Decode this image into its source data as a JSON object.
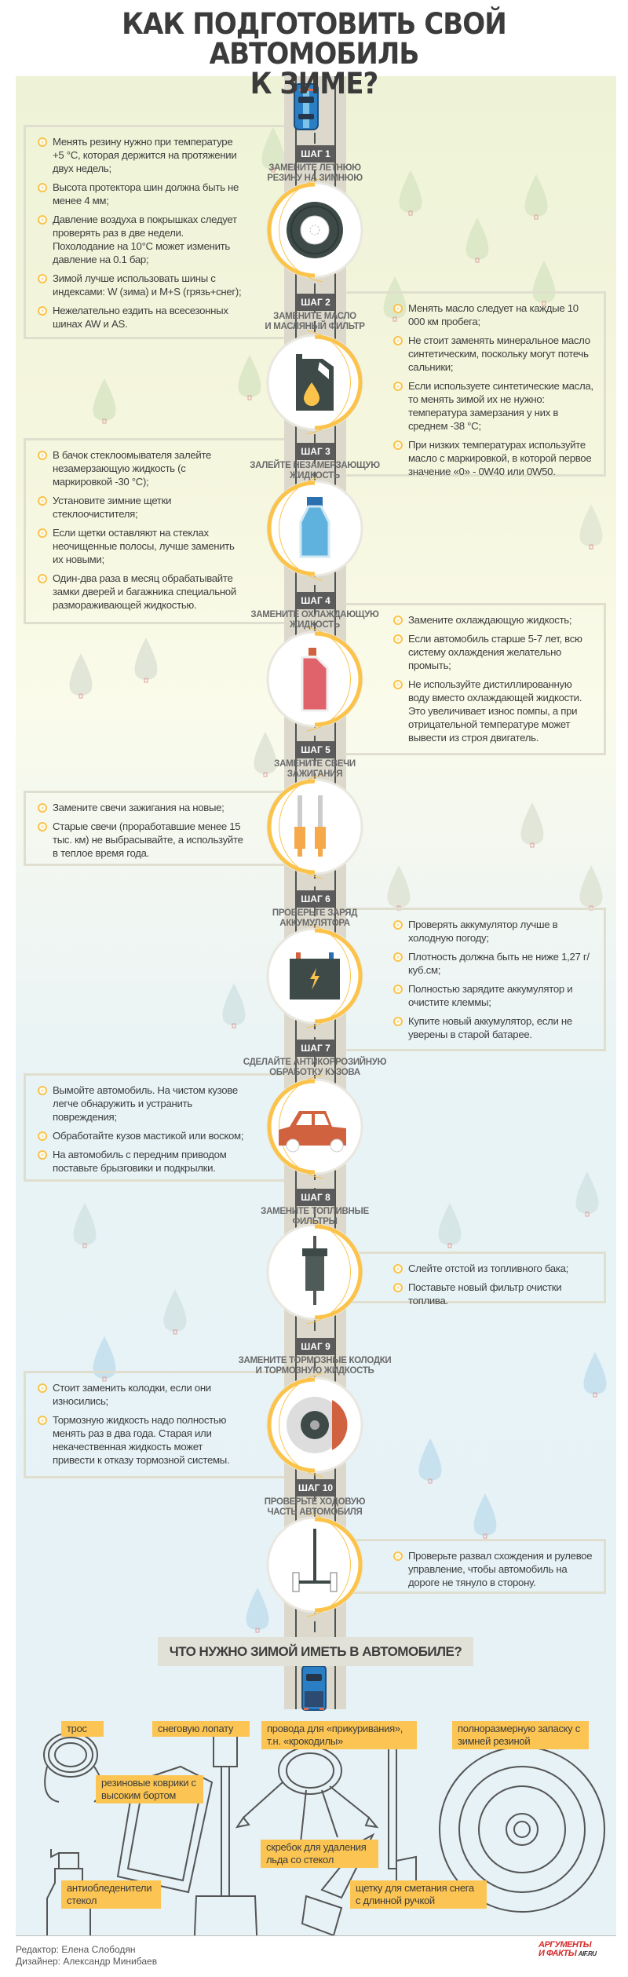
{
  "header": {
    "title_line1": "КАК ПОДГОТОВИТЬ СВОЙ АВТОМОБИЛЬ",
    "title_line2": "К ЗИМЕ?"
  },
  "colors": {
    "accent": "#fbc34a",
    "road": "#dcd9cc",
    "label_bg": "#5b5b5b"
  },
  "steps": [
    {
      "label": "ШАГ 1",
      "title1": "ЗАМЕНИТЕ ЛЕТНЮЮ",
      "title2": "РЕЗИНУ НА ЗИМНЮЮ",
      "icon": "tire-icon",
      "bullets": [
        "Менять резину нужно при температуре +5 °C, которая держится на протяжении двух недель;",
        "Высота протектора шин должна быть не менее 4 мм;",
        "Давление воздуха в покрышках следует проверять раз в две недели. Похолодание на 10°C может изменить давление на 0.1 бар;",
        "Зимой лучше использовать шины с индексами: W (зима) и M+S (грязь+снег);",
        "Нежелательно ездить на всесезонных шинах AW и AS."
      ]
    },
    {
      "label": "ШАГ 2",
      "title1": "ЗАМЕНИТЕ МАСЛО",
      "title2": "И МАСЛЯНЫЙ ФИЛЬТР",
      "icon": "oil-canister-icon",
      "bullets": [
        "Менять масло следует на каждые 10 000 км пробега;",
        "Не стоит заменять минеральное масло синтетическим, поскольку могут потечь сальники;",
        "Если используете синтетические масла, то менять зимой их не нужно: температура замерзания у них в среднем -38 °C;",
        "При низких температурах используйте масло с маркировкой, в которой первое значение «0» - 0W40 или 0W50."
      ]
    },
    {
      "label": "ШАГ 3",
      "title1": "ЗАЛЕЙТЕ НЕЗАМЕРЗАЮЩУЮ",
      "title2": "ЖИДКОСТЬ",
      "icon": "washer-fluid-bottle-icon",
      "bullets": [
        "В бачок стеклоомывателя залейте незамерзающую жидкость (с маркировкой -30 °C);",
        "Установите зимние щетки стеклоочистителя;",
        "Если щетки оставляют на стеклах неочищенные полосы, лучше заменить их новыми;",
        "Один-два раза в месяц обрабатывайте замки дверей и багажника специальной размораживающей жидкостью."
      ]
    },
    {
      "label": "ШАГ 4",
      "title1": "ЗАМЕНИТЕ ОХЛАЖДАЮЩУЮ",
      "title2": "ЖИДКОСТЬ",
      "icon": "coolant-bottle-icon",
      "bullets": [
        "Замените охлаждающую жидкость;",
        "Если автомобиль старше 5-7 лет, всю систему охлаждения желательно промыть;",
        "Не используйте дистиллированную воду вместо охлаждающей жидкости. Это увеличивает износ помпы, а при отрицательной температуре может вывести из строя двигатель."
      ]
    },
    {
      "label": "ШАГ 5",
      "title1": "ЗАМЕНИТЕ СВЕЧИ",
      "title2": "ЗАЖИГАНИЯ",
      "icon": "spark-plug-icon",
      "bullets": [
        "Замените свечи зажигания на новые;",
        "Старые свечи (проработавшие менее 15 тыс. км) не выбрасывайте, а используйте в теплое время года."
      ]
    },
    {
      "label": "ШАГ 6",
      "title1": "ПРОВЕРЬТЕ ЗАРЯД",
      "title2": "АККУМУЛЯТОРА",
      "icon": "battery-icon",
      "bullets": [
        "Проверять аккумулятор лучше в холодную погоду;",
        "Плотность должна быть не ниже 1,27 г/куб.см;",
        "Полностью зарядите аккумулятор и очистите клеммы;",
        "Купите новый аккумулятор, если не уверены в старой батарее."
      ]
    },
    {
      "label": "ШАГ 7",
      "title1": "СДЕЛАЙТЕ АНТИКОРРОЗИЙНУЮ",
      "title2": "ОБРАБОТКУ КУЗОВА",
      "icon": "car-icon",
      "bullets": [
        "Вымойте автомобиль. На чистом кузове легче обнаружить и устранить повреждения;",
        "Обработайте кузов мастикой или воском;",
        "На автомобиль с передним приводом поставьте брызговики и подкрылки."
      ]
    },
    {
      "label": "ШАГ 8",
      "title1": "ЗАМЕНИТЕ ТОПЛИВНЫЕ",
      "title2": "ФИЛЬТРЫ",
      "icon": "fuel-filter-icon",
      "bullets": [
        "Слейте отстой из топливного бака;",
        "Поставьте новый фильтр очистки топлива."
      ]
    },
    {
      "label": "ШАГ 9",
      "title1": "ЗАМЕНИТЕ ТОРМОЗНЫЕ КОЛОДКИ",
      "title2": "И ТОРМОЗНУЮ ЖИДКОСТЬ",
      "icon": "brake-disc-icon",
      "bullets": [
        "Стоит заменить колодки, если они износились;",
        "Тормозную жидкость надо полностью менять раз в два года. Старая или некачественная жидкость может привести к отказу тормозной системы."
      ]
    },
    {
      "label": "ШАГ 10",
      "title1": "ПРОВЕРЬТЕ ХОДОВУЮ",
      "title2": "ЧАСТЬ АВТОМОБИЛЯ",
      "icon": "axle-icon",
      "bullets": [
        "Проверьте развал схождения и рулевое управление, чтобы автомобиль на дороге не тянуло в сторону."
      ]
    }
  ],
  "kit": {
    "heading": "ЧТО НУЖНО ЗИМОЙ ИМЕТЬ В АВТОМОБИЛЕ?",
    "items": [
      {
        "id": "rope",
        "label": "трос"
      },
      {
        "id": "shovel",
        "label": "снеговую лопату"
      },
      {
        "id": "jumper-cables",
        "label": "провода для «прикуривания», т.н. «крокодилы»"
      },
      {
        "id": "spare-tire",
        "label": "полноразмерную запаску с зимней резиной"
      },
      {
        "id": "rubber-mats",
        "label": "резиновые коврики с высоким бортом"
      },
      {
        "id": "ice-scraper",
        "label": "скребок для удаления льда со стекол"
      },
      {
        "id": "de-icer",
        "label": "антиобледенители стекол"
      },
      {
        "id": "snow-brush",
        "label": "щетку для сметания снега с длинной ручкой"
      }
    ]
  },
  "footer": {
    "editor": "Редактор: Елена Слободян",
    "designer": "Дизайнер: Александр Минибаев",
    "logo_line1": "АРГУМЕНТЫ",
    "logo_line2": "И ФАКТЫ",
    "logo_site": "AIF.RU"
  }
}
